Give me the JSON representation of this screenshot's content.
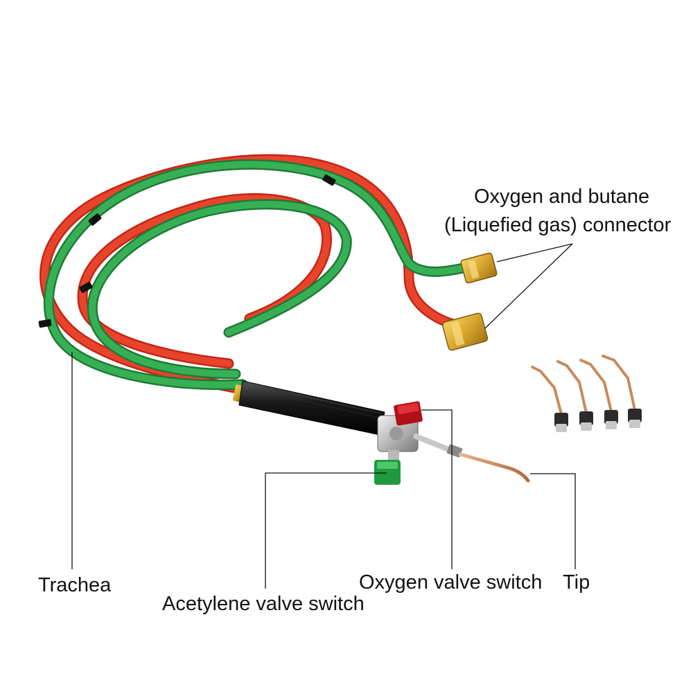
{
  "labels": {
    "connector_line1": "Oxygen and butane",
    "connector_line2": "(Liquefied gas) connector",
    "trachea": "Trachea",
    "acetylene_valve": "Acetylene valve switch",
    "oxygen_valve": "Oxygen valve switch",
    "tip": "Tip"
  },
  "colors": {
    "oxygen_hose": "#2e9e4a",
    "fuel_hose": "#e0321f",
    "brass_fitting": "#d9a72b",
    "handle": "#1a1a1a",
    "oxygen_knob": "#c8141c",
    "acetylene_knob": "#1f9a3e",
    "tip_copper": "#c98a5a"
  }
}
